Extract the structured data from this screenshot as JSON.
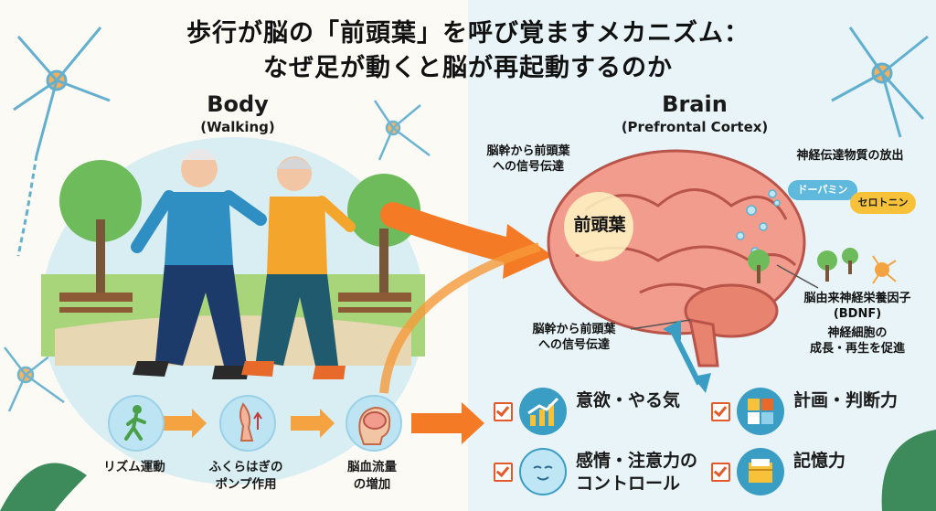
{
  "title": {
    "line1": "歩行が脳の「前頭葉」を呼び覚ますメカニズム：",
    "line2": "なぜ足が動くと脳が再起動するのか"
  },
  "body_section": {
    "heading": "Body",
    "subheading": "(Walking)"
  },
  "brain_section": {
    "heading": "Brain",
    "subheading": "(Prefrontal Cortex)"
  },
  "brain_labels": {
    "signal_top": [
      "脳幹から前頭葉",
      "への信号伝達"
    ],
    "frontal_lobe": "前頭葉",
    "neurotransmitters": "神経伝達物質の放出",
    "dopamine": "ドーパミン",
    "serotonin": "セロトニン",
    "bdnf": [
      "脳由来神経栄養因子",
      "(BDNF)",
      "神経細胞の",
      "成長・再生を促進"
    ],
    "signal_bottom": [
      "脳幹から前頭葉",
      "への信号伝達"
    ]
  },
  "flow_steps": [
    {
      "label": [
        "リズム運動"
      ],
      "icon": "walking-person-icon"
    },
    {
      "label": [
        "ふくらはぎの",
        "ポンプ作用"
      ],
      "icon": "calf-pump-icon"
    },
    {
      "label": [
        "脳血流量",
        "の増加"
      ],
      "icon": "brain-head-icon"
    }
  ],
  "benefits": [
    {
      "label": [
        "意欲・やる気"
      ],
      "icon": "rising-chart-icon"
    },
    {
      "label": [
        "計画・判断力"
      ],
      "icon": "puzzle-icon"
    },
    {
      "label": [
        "感情・注意力の",
        "コントロール"
      ],
      "icon": "calm-face-icon"
    },
    {
      "label": [
        "記憶力"
      ],
      "icon": "file-box-icon"
    }
  ],
  "colors": {
    "arrow_orange": "#f47a25",
    "brain_pink": "#f29c8e",
    "icon_blue": "#3a9dc4",
    "check_red": "#e25a2a",
    "neuron_blue": "#4aa3c8"
  }
}
